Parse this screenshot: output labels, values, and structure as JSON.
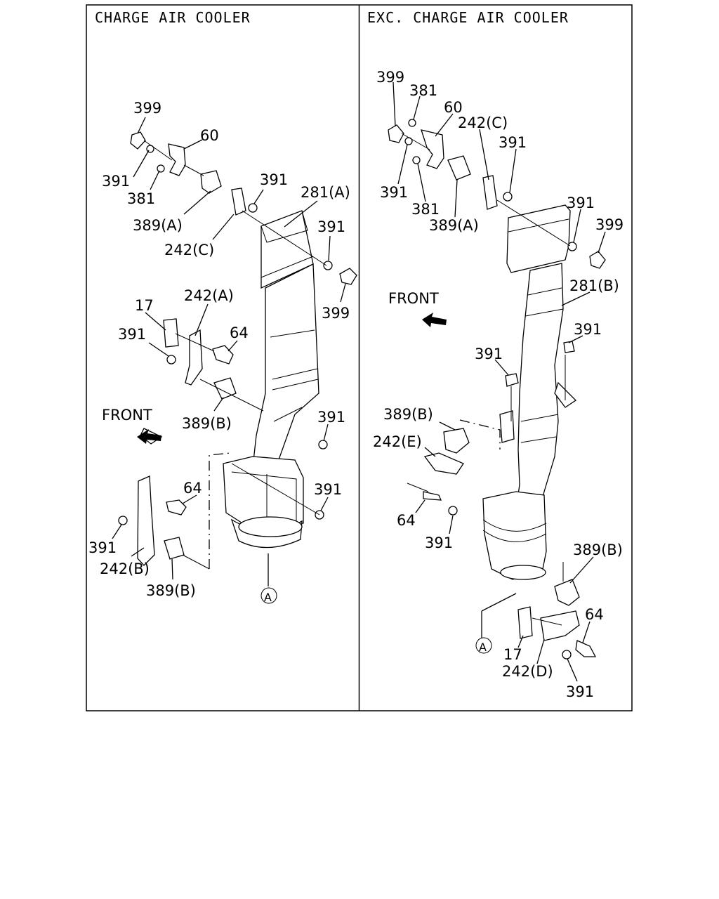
{
  "panels": {
    "left": {
      "title": "CHARGE AIR COOLER",
      "front_label": "FRONT",
      "callouts": [
        "399",
        "60",
        "391",
        "381",
        "389(A)",
        "391",
        "281(A)",
        "242(C)",
        "391",
        "399",
        "17",
        "242(A)",
        "391",
        "64",
        "389(B)",
        "391",
        "391",
        "64",
        "391",
        "242(B)",
        "389(B)"
      ],
      "ref_marker": "A"
    },
    "right": {
      "title": "EXC. CHARGE AIR COOLER",
      "front_label": "FRONT",
      "callouts": [
        "399",
        "381",
        "60",
        "242(C)",
        "391",
        "391",
        "381",
        "389(A)",
        "391",
        "399",
        "281(B)",
        "391",
        "391",
        "389(B)",
        "242(E)",
        "64",
        "391",
        "389(B)",
        "64",
        "17",
        "242(D)",
        "391"
      ],
      "ref_marker": "A"
    }
  }
}
